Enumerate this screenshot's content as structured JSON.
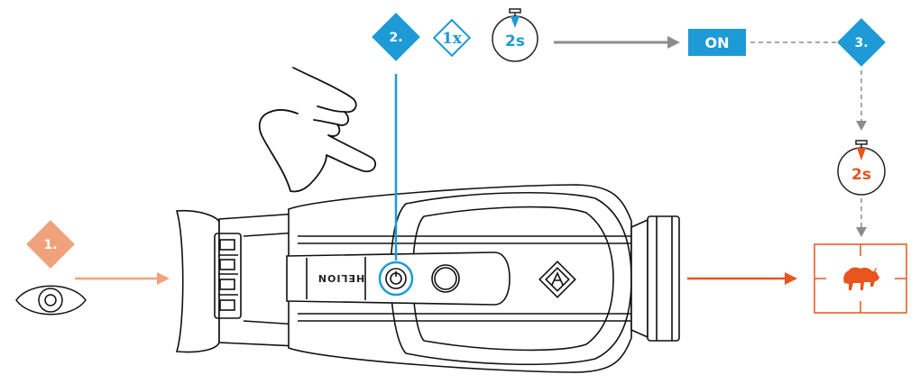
{
  "colors": {
    "blue": "#1e9ad6",
    "orange": "#e8551e",
    "orange_light": "#f0a27c",
    "gray": "#8c8c8c",
    "outline": "#111111"
  },
  "steps": {
    "step1": {
      "label": "1."
    },
    "step2": {
      "label": "2."
    },
    "step3": {
      "label": "3."
    }
  },
  "press": {
    "count": "1x",
    "duration": "2s"
  },
  "status": {
    "on": "ON"
  },
  "wait": {
    "duration": "2s"
  },
  "device": {
    "brand": "HELION"
  },
  "icons": {
    "eye": "eye-icon",
    "hand": "pointing-hand-icon",
    "timer": "stopwatch-icon",
    "animal": "bison-icon",
    "power": "power-button-icon"
  }
}
